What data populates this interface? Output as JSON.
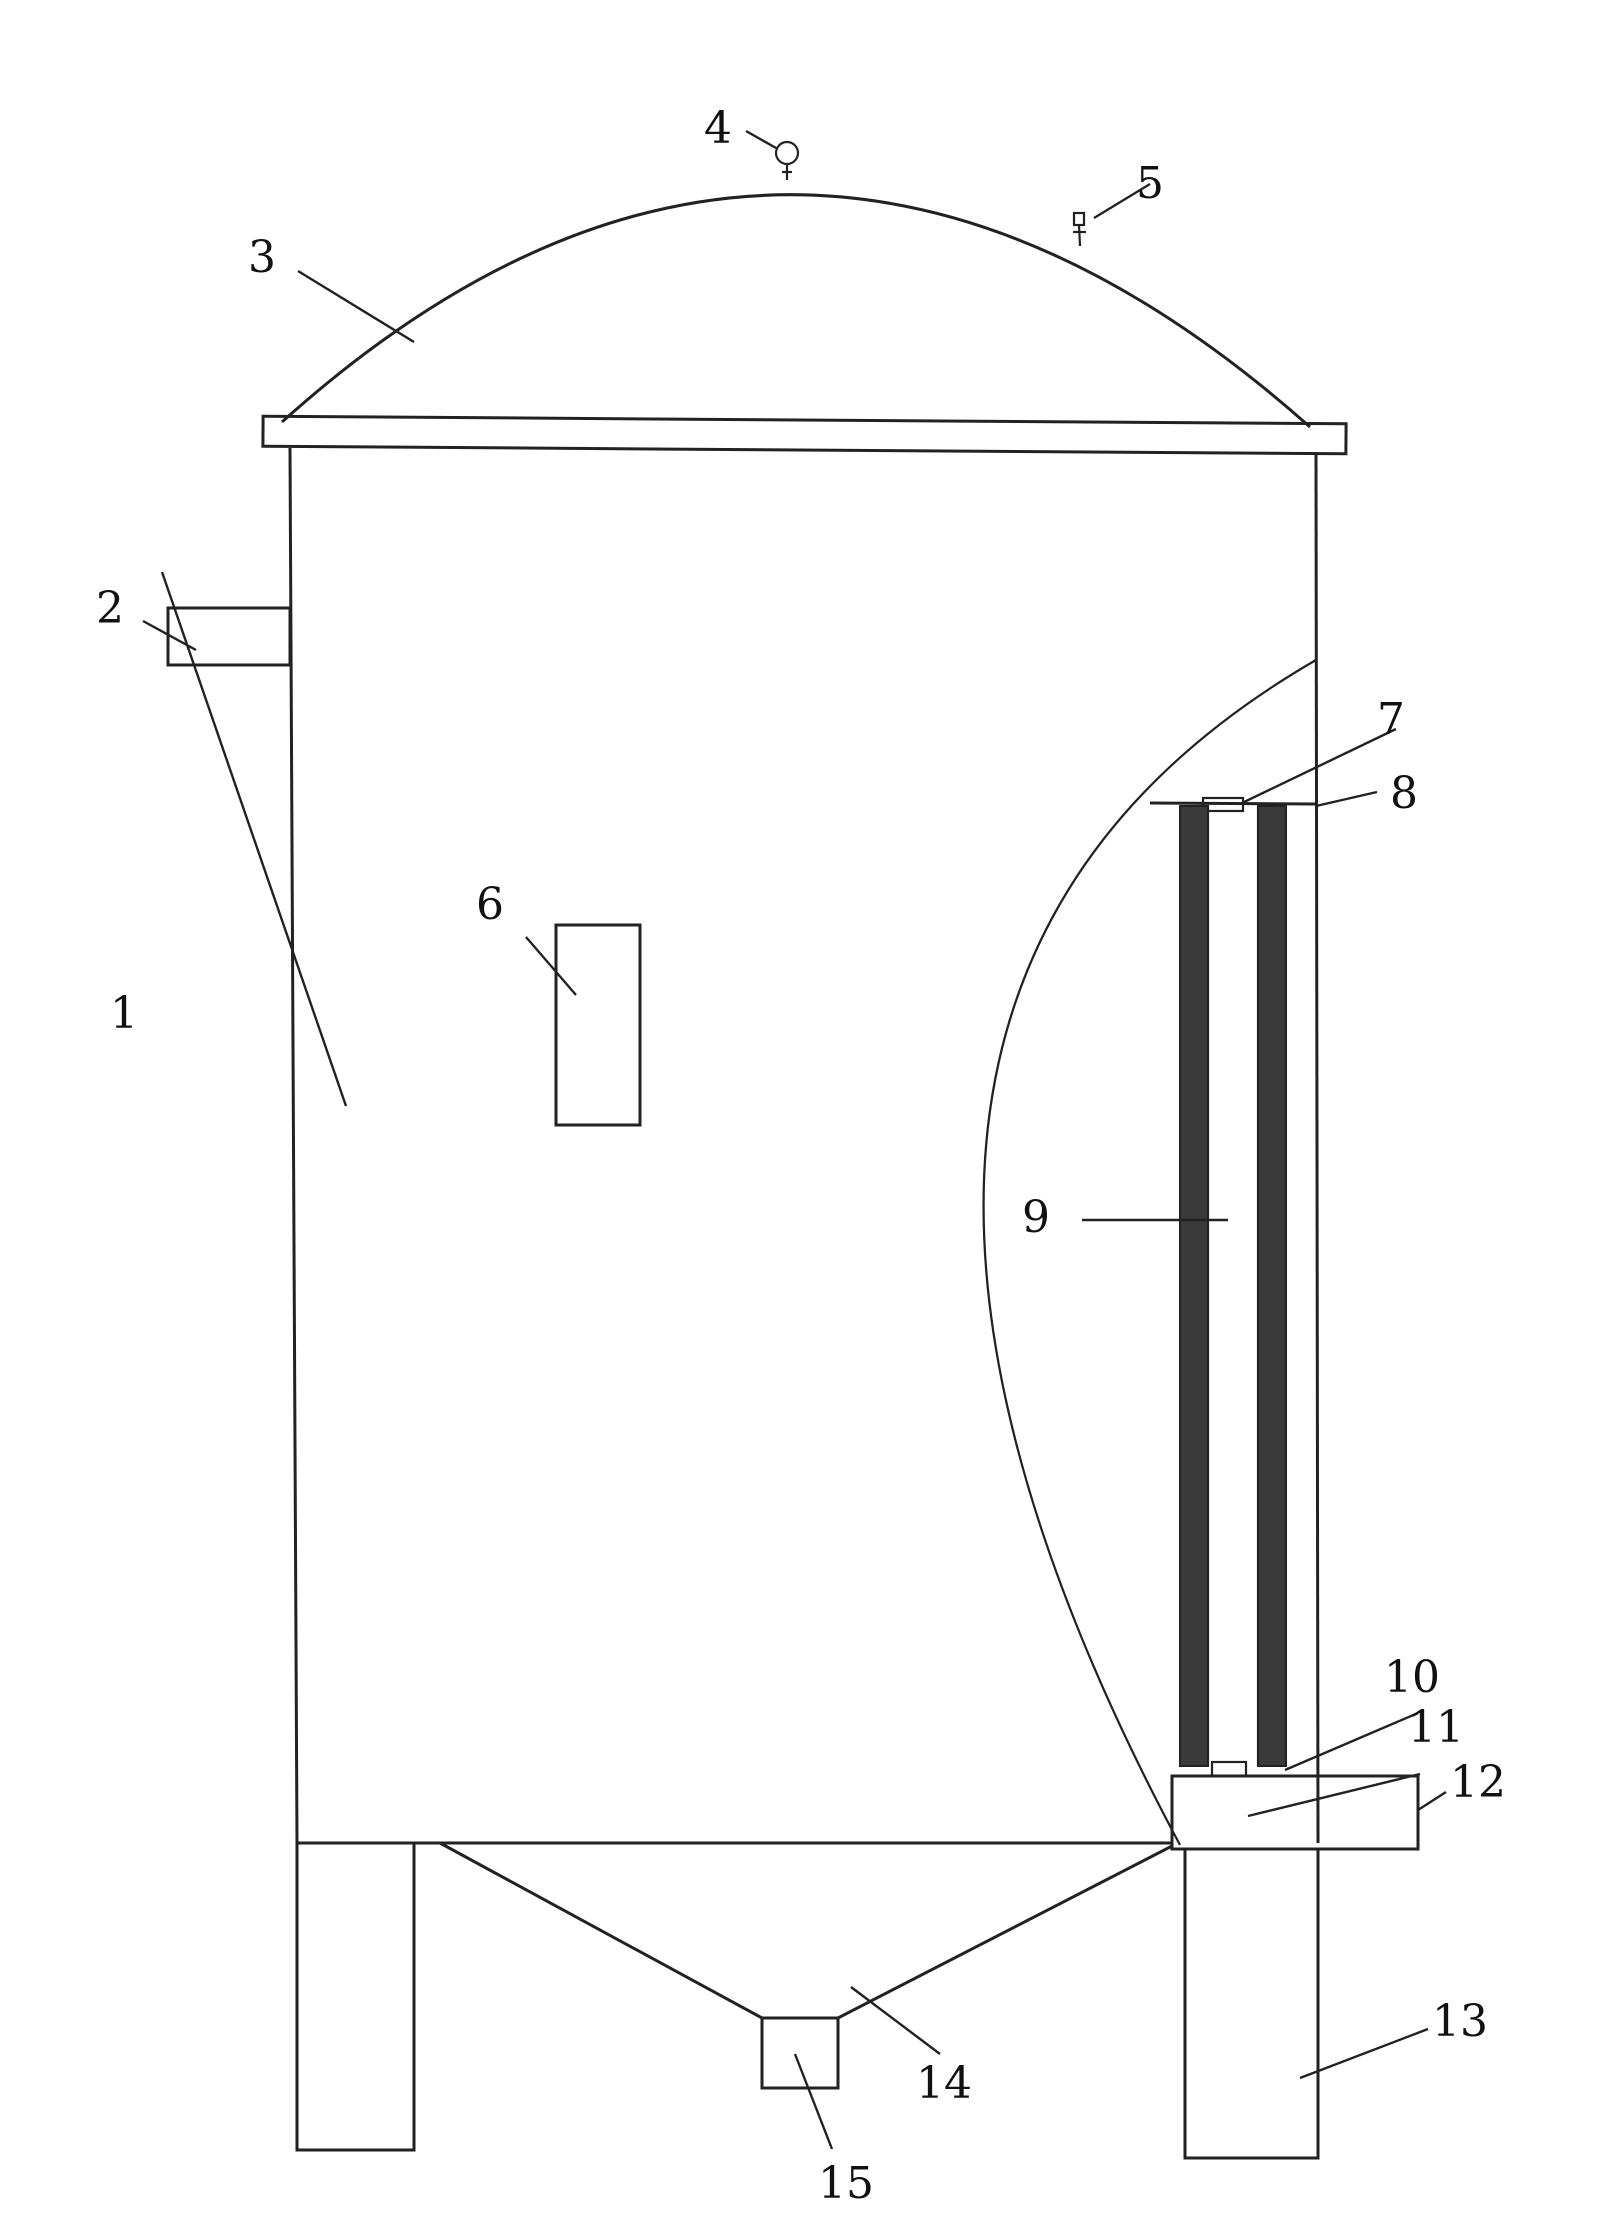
{
  "colors": {
    "line": "#222222",
    "background": "#ffffff",
    "tube_fill": "#3a3a3a"
  },
  "labels": {
    "l1": "1",
    "l2": "2",
    "l3": "3",
    "l4": "4",
    "l5": "5",
    "l6": "6",
    "l7": "7",
    "l8": "8",
    "l9": "9",
    "l10": "10",
    "l11": "11",
    "l12": "12",
    "l13": "13",
    "l14": "14",
    "l15": "15"
  }
}
